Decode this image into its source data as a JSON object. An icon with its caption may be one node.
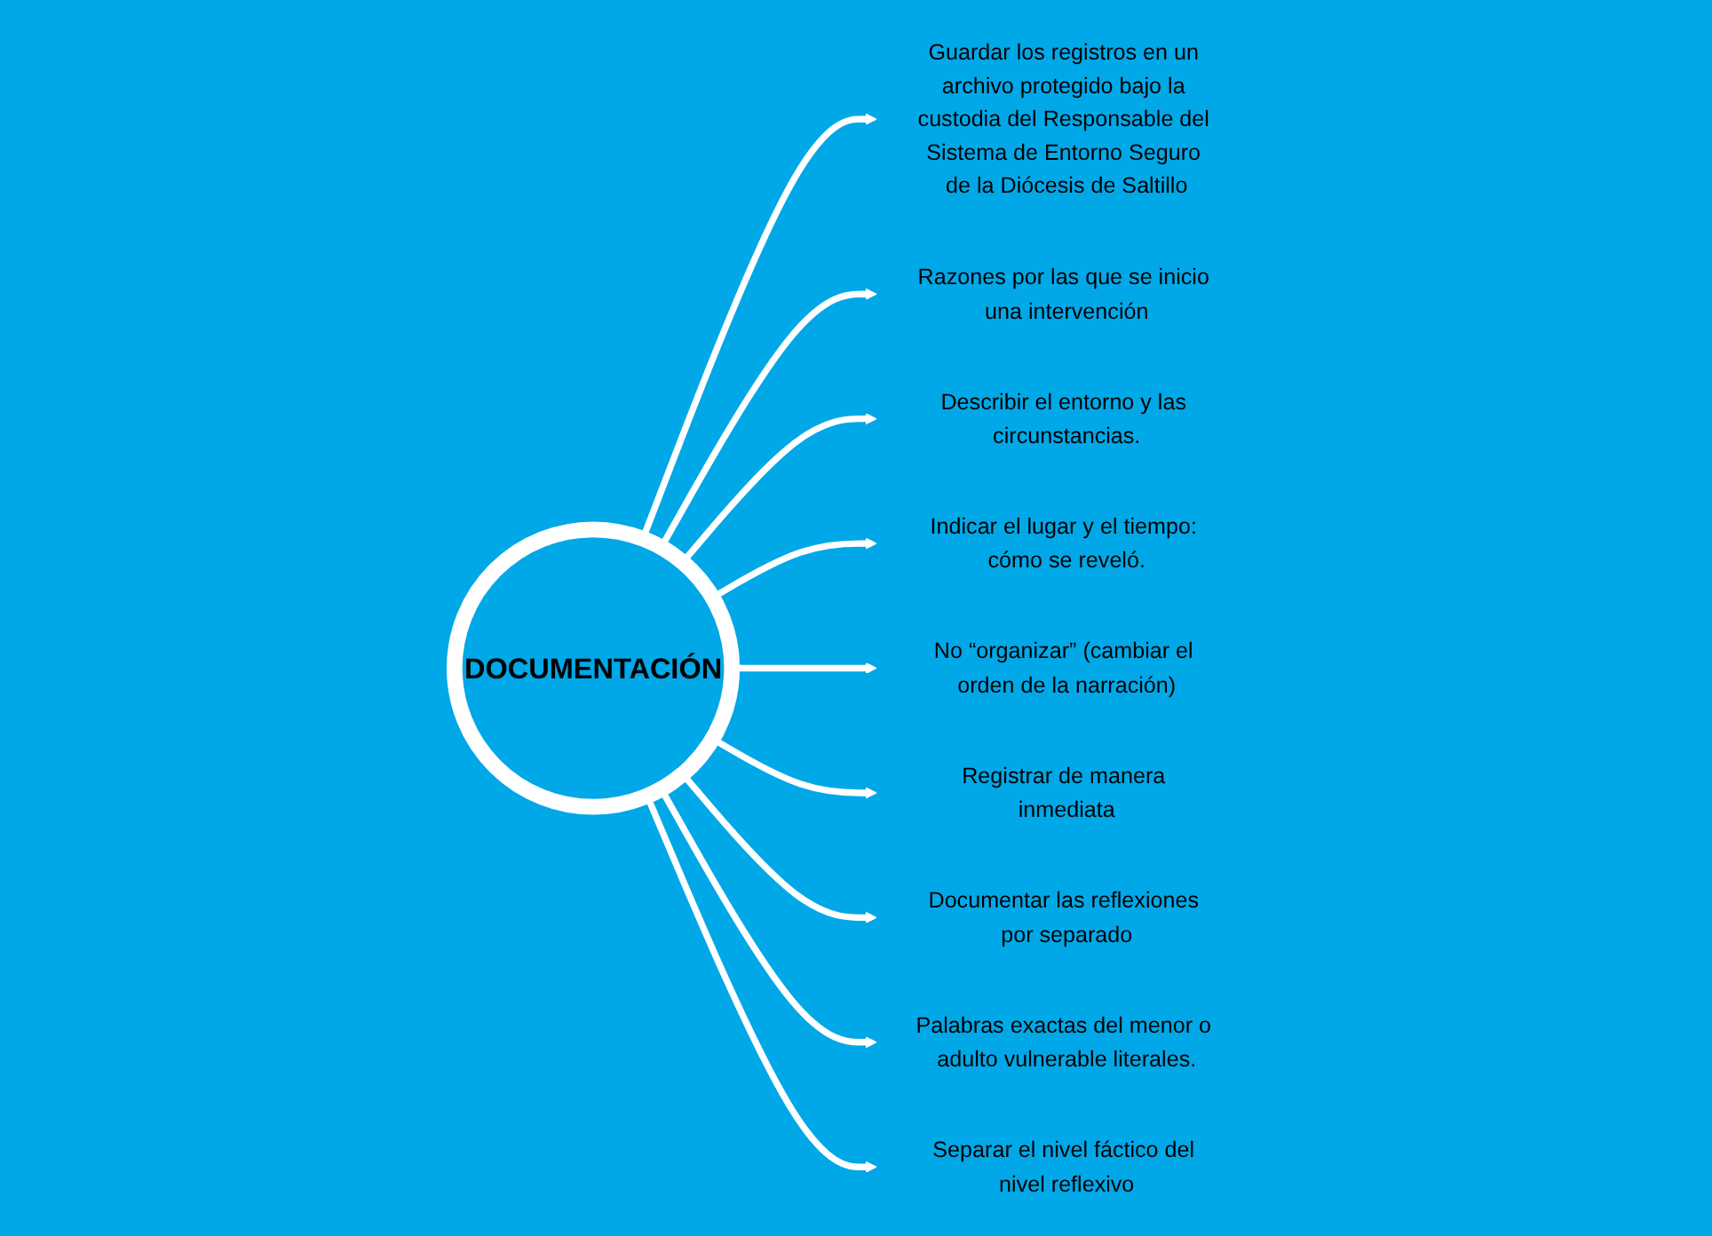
{
  "diagram": {
    "nodes": [
      {
        "text": [
          "DOCUMENTACIÓN"
        ]
      },
      {
        "text": [
          "Guardar los registros en un archivo protegido bajo la custodia del Responsable del Sistema de Entorno Seguro de la Diócesis de Saltillo"
        ]
      },
      {
        "text": [
          "Razones por las que se inicio una intervención"
        ]
      },
      {
        "text": [
          "Describir el entorno y las circunstancias."
        ]
      },
      {
        "text": [
          "Indicar el lugar y el tiempo: cómo se reveló."
        ]
      },
      {
        "text": [
          "No “organizar” (cambiar el orden de la narración)"
        ]
      },
      {
        "text": [
          "Registrar de manera inmediata"
        ]
      },
      {
        "text": [
          "Documentar las reflexiones por separado"
        ]
      },
      {
        "text": [
          "Palabras exactas del menor o adulto vulnerable literales."
        ]
      },
      {
        "text": [
          "Separar el nivel fáctico del nivel reflexivo"
        ]
      }
    ],
    "edges": [
      {
        "from": 0,
        "to": 1,
        "arrow": "to"
      },
      {
        "from": 0,
        "to": 2,
        "arrow": "to"
      },
      {
        "from": 0,
        "to": 3,
        "arrow": "to"
      },
      {
        "from": 0,
        "to": 4,
        "arrow": "to"
      },
      {
        "from": 0,
        "to": 5,
        "arrow": "to"
      },
      {
        "from": 0,
        "to": 6,
        "arrow": "to"
      },
      {
        "from": 0,
        "to": 7,
        "arrow": "to"
      },
      {
        "from": 0,
        "to": 8,
        "arrow": "to"
      },
      {
        "from": 0,
        "to": 9,
        "arrow": "to"
      }
    ]
  }
}
